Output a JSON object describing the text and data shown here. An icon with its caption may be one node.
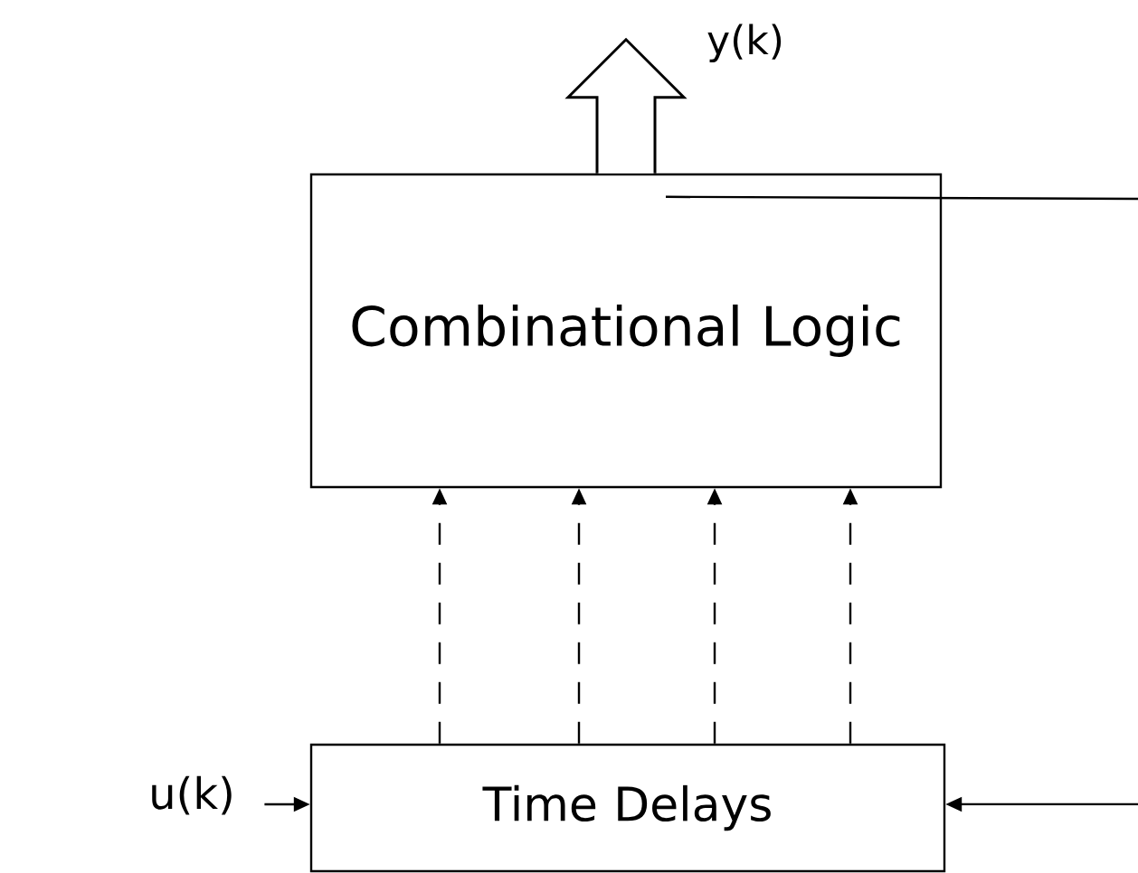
{
  "diagram": {
    "nodes": [
      {
        "text": [
          "Combinational Logic"
        ]
      },
      {
        "text": [
          "Time Delays"
        ]
      },
      {
        "text": [
          "u(k)"
        ]
      }
    ],
    "edges": [
      {
        "from": 2,
        "to": 1,
        "arrow": "to"
      },
      {
        "from": 1,
        "to": 0,
        "arrow": "to",
        "style": "dashed"
      },
      {
        "from": 1,
        "to": 0,
        "arrow": "to",
        "style": "dashed"
      },
      {
        "from": 1,
        "to": 0,
        "arrow": "to",
        "style": "dashed"
      },
      {
        "from": 1,
        "to": 0,
        "arrow": "to",
        "style": "dashed"
      },
      {
        "from": 0,
        "to": null,
        "arrow": "to",
        "style": "thick",
        "label": "y(k)"
      },
      {
        "from": 0,
        "to": null,
        "arrow": "none"
      },
      {
        "from": null,
        "to": 1,
        "arrow": "to"
      }
    ]
  }
}
